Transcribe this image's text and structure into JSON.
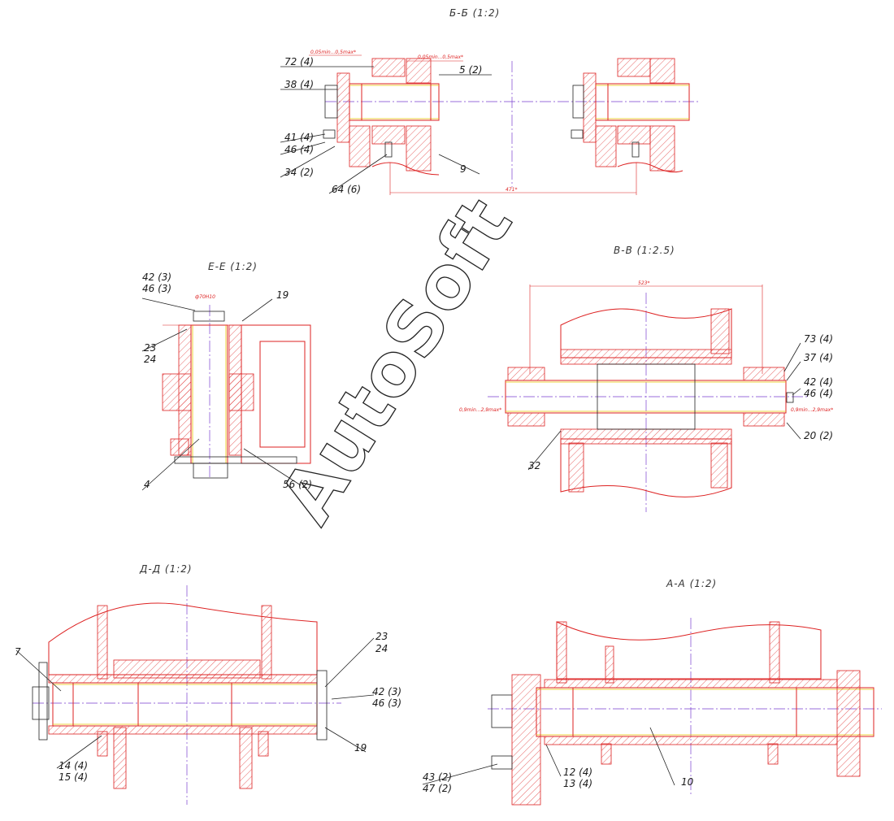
{
  "sections": {
    "bb": "Б-Б (1:2)",
    "ee": "Е-Е (1:2)",
    "vv": "В-В (1:2.5)",
    "dd": "Д-Д (1:2)",
    "aa": "А-А (1:2)"
  },
  "leaders": {
    "bb_72": "72 (4)",
    "bb_38": "38 (4)",
    "bb_41": "41 (4)",
    "bb_46": "46 (4)",
    "bb_34": "34 (2)",
    "bb_64": "64 (6)",
    "bb_5": "5 (2)",
    "bb_9": "9",
    "ee_42": "42 (3)",
    "ee_46": "46 (3)",
    "ee_19": "19",
    "ee_23": "23",
    "ee_24": "24",
    "ee_4": "4",
    "ee_56": "56 (2)",
    "vv_73": "73 (4)",
    "vv_37": "37 (4)",
    "vv_42": "42 (4)",
    "vv_46": "46 (4)",
    "vv_20": "20 (2)",
    "vv_32": "32",
    "dd_7": "7",
    "dd_23": "23",
    "dd_24": "24",
    "dd_42": "42 (3)",
    "dd_46": "46 (3)",
    "dd_19": "19",
    "dd_14": "14 (4)",
    "dd_15": "15 (4)",
    "aa_43": "43 (2)",
    "aa_47": "47 (2)",
    "aa_12": "12 (4)",
    "aa_13": "13 (4)",
    "aa_10": "10"
  },
  "dimensions": {
    "bb_gap1": "0,05min...0,5max*",
    "bb_gap2": "0,05min...0,5max*",
    "bb_length": "471*",
    "vv_length": "523*",
    "vv_gap": "0,9min...2,9max*",
    "vv_gap2": "0,9min...2,9max*",
    "ee_dia": "ф70Н10"
  },
  "watermark": "AutoSoft"
}
